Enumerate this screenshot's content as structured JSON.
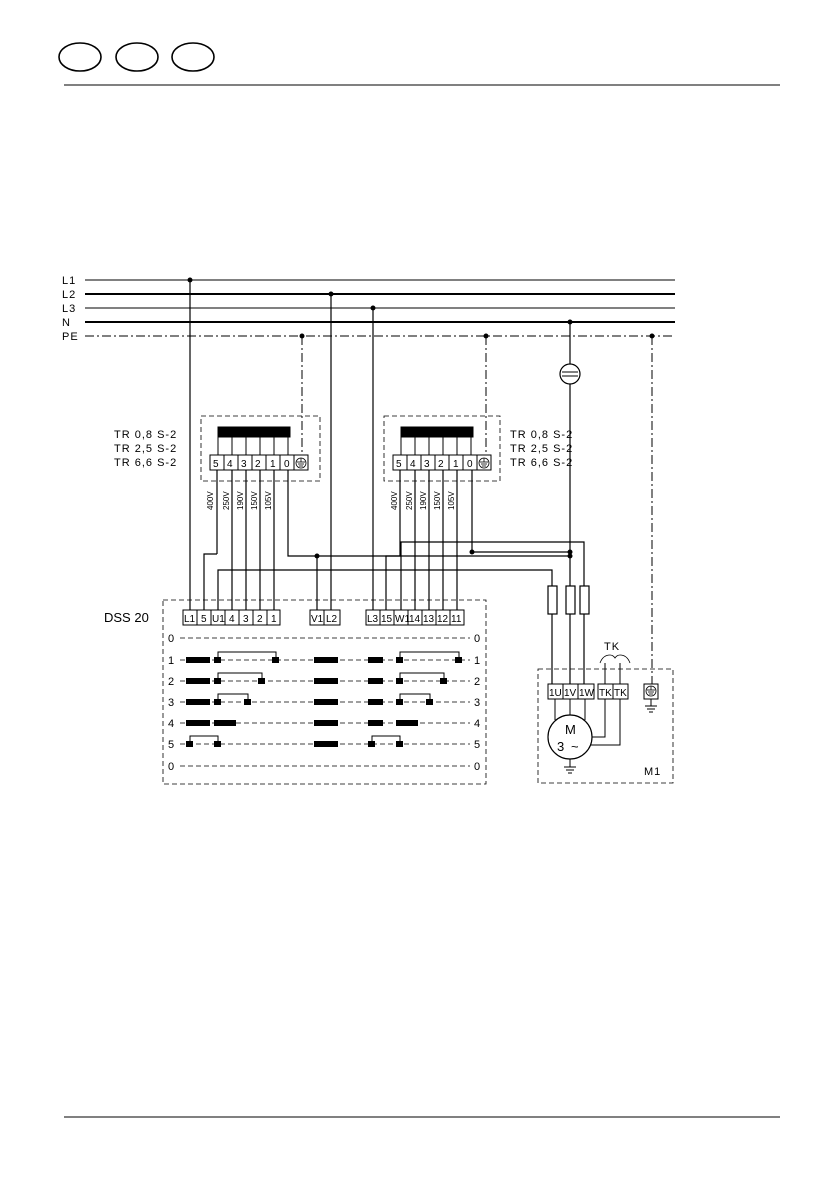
{
  "header": {
    "language_circles": [
      "",
      "",
      ""
    ]
  },
  "bus": {
    "lines": [
      "L1",
      "L2",
      "L3",
      "N",
      "PE"
    ]
  },
  "transformers": {
    "models": [
      "TR 0,8 S-2",
      "TR 2,5 S-2",
      "TR 6,6 S-2"
    ],
    "terminals": [
      "5",
      "4",
      "3",
      "2",
      "1",
      "0"
    ],
    "voltages": [
      "400V",
      "250V",
      "190V",
      "150V",
      "105V"
    ]
  },
  "switch": {
    "name": "DSS 20",
    "terminals": [
      "L1",
      "5",
      "U1",
      "4",
      "3",
      "2",
      "1",
      "V1",
      "L2",
      "L3",
      "15",
      "W1",
      "14",
      "13",
      "12",
      "11"
    ],
    "positions": [
      "0",
      "1",
      "2",
      "3",
      "4",
      "5",
      "0"
    ]
  },
  "motor": {
    "name": "M1",
    "thermal_label": "TK",
    "terminals": [
      "1U",
      "1V",
      "1W",
      "TK",
      "TK"
    ],
    "symbol_letter": "M",
    "symbol_phase": "3",
    "symbol_ac": "~"
  }
}
